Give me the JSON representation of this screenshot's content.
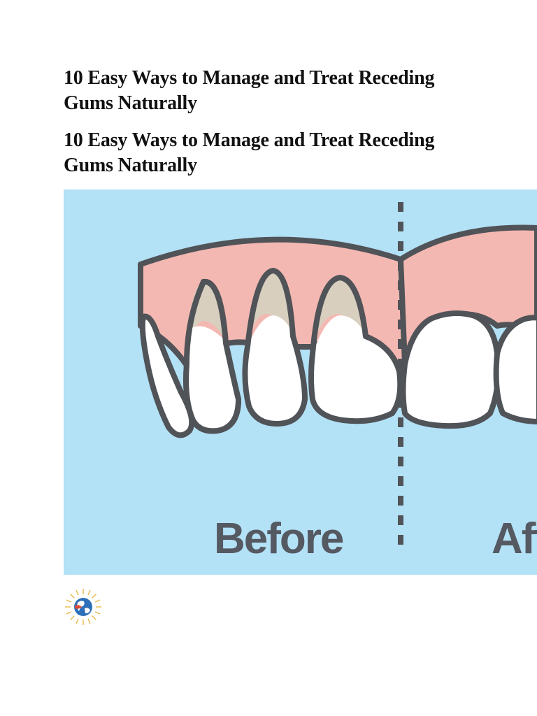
{
  "document": {
    "title_primary": "10 Easy Ways to Manage and Treat Receding Gums Naturally",
    "title_secondary": "10 Easy Ways to Manage and Treat Receding Gums Naturally"
  },
  "figure": {
    "label_before": "Before",
    "label_after": "After",
    "colors": {
      "background": "#b3e1f6",
      "gum": "#f4b8b2",
      "tooth": "#ffffff",
      "exposed_root": "#d8cfbf",
      "outline": "#505357",
      "divider": "#505357"
    }
  },
  "logo": {
    "icon": "globe-sunburst-icon",
    "colors": {
      "rays": "#e8b84a",
      "globe": "#2f6fb8",
      "accent": "#d94a3a"
    }
  }
}
